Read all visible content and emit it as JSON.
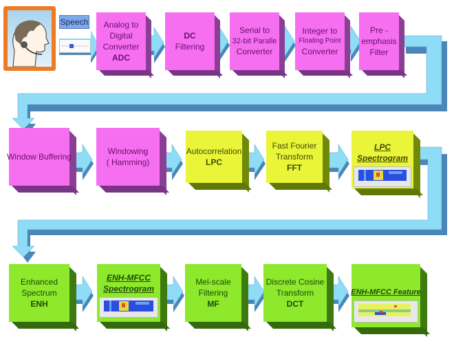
{
  "speaker": {
    "label": "Speech"
  },
  "row1": [
    {
      "lines": [
        "Analog to",
        "Digital",
        "Converter"
      ],
      "bold": "ADC"
    },
    {
      "lines_bold_first": "DC",
      "lines": [
        "Filtering"
      ]
    },
    {
      "lines": [
        "Serial to",
        "32-bit Paralle",
        "Converter"
      ]
    },
    {
      "lines": [
        "Integer to",
        "Floating Point",
        "Converter"
      ]
    },
    {
      "lines": [
        "Pre -",
        "emphasis",
        "Filter"
      ]
    }
  ],
  "row2": [
    {
      "lines": [
        "Window Buffering"
      ]
    },
    {
      "lines": [
        "Windowing",
        "( Hamming)"
      ]
    },
    {
      "lines": [
        "Autocorrelation"
      ],
      "bold": "LPC"
    },
    {
      "lines": [
        "Fast Fourier",
        "Transform"
      ],
      "bold": "FFT"
    },
    {
      "title_lines": [
        "LPC",
        "Spectrogram"
      ]
    }
  ],
  "row3": [
    {
      "lines": [
        "Enhanced",
        "Spectrum"
      ],
      "bold": "ENH"
    },
    {
      "title_lines": [
        "ENH-MFCC",
        "Spectrogram"
      ]
    },
    {
      "lines": [
        "Mel-scale",
        "Filtering"
      ],
      "bold": "MF"
    },
    {
      "lines": [
        "Discrete Cosine",
        "Transform"
      ],
      "bold": "DCT"
    },
    {
      "title_lines": [
        "ENH-MFCC Feature"
      ]
    }
  ],
  "colors": {
    "pink": "#f56ff0",
    "yellow": "#eaf53a",
    "green": "#8ee82c",
    "arrow": "#8fdcf7",
    "arrow_shadow": "#4a86b8",
    "frame": "#f07a22"
  }
}
